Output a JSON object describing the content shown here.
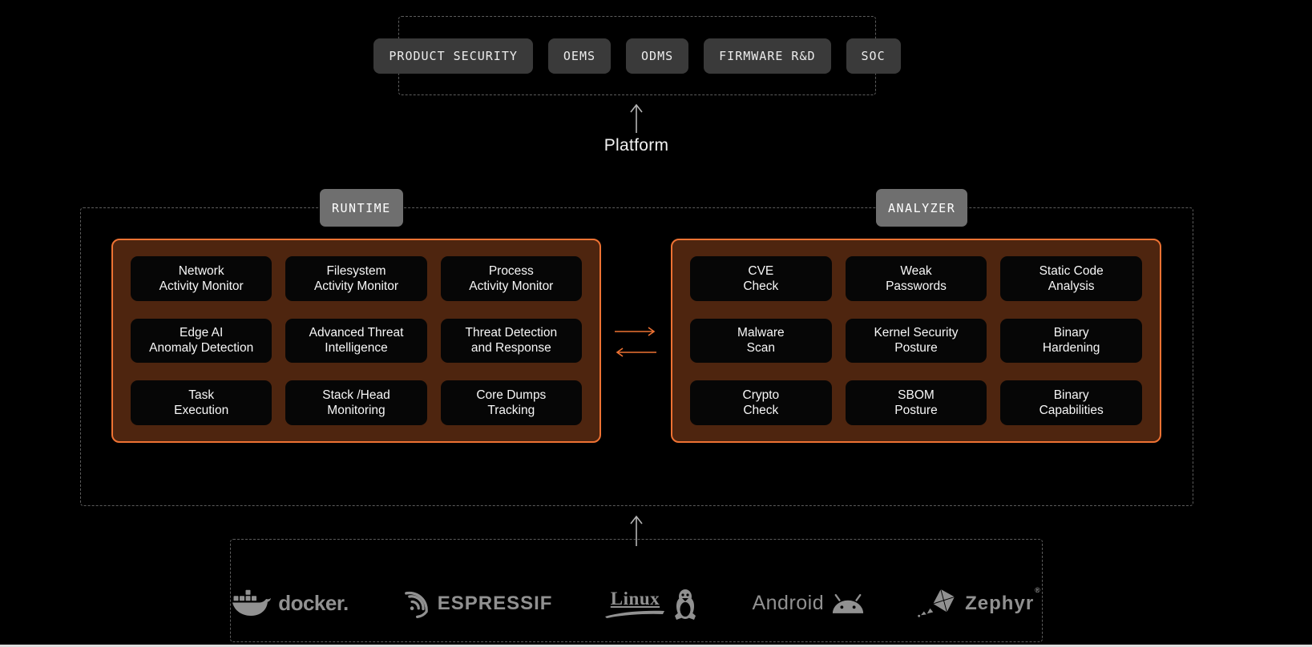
{
  "colors": {
    "background": "#000000",
    "dashed_border": "#5c5c5c",
    "tag_background": "#3a3a3a",
    "section_label_background": "#6f6f6f",
    "panel_fill": "#4e250f",
    "panel_border_orange": "#ee7233",
    "cell_background": "#060606",
    "text_white": "#f7f7f7",
    "logo_gray": "#919191",
    "arrow_gray": "#b5b5b5"
  },
  "stakeholders": {
    "tags": [
      "PRODUCT SECURITY",
      "OEMS",
      "ODMS",
      "FIRMWARE R&D",
      "SOC"
    ]
  },
  "platform": {
    "label": "Platform"
  },
  "runtime": {
    "label": "RUNTIME",
    "cells": [
      "Network\nActivity Monitor",
      "Filesystem\nActivity Monitor",
      "Process\nActivity Monitor",
      "Edge AI\nAnomaly Detection",
      "Advanced Threat\nIntelligence",
      "Threat Detection\nand Response",
      "Task\nExecution",
      "Stack /Head\nMonitoring",
      "Core Dumps\nTracking"
    ]
  },
  "analyzer": {
    "label": "ANALYZER",
    "cells": [
      "CVE\nCheck",
      "Weak\nPasswords",
      "Static Code\nAnalysis",
      "Malware\nScan",
      "Kernel Security\nPosture",
      "Binary\nHardening",
      "Crypto\nCheck",
      "SBOM\nPosture",
      "Binary\nCapabilities"
    ]
  },
  "supported_platforms": {
    "docker": {
      "text": "docker."
    },
    "espressif": {
      "text": "ESPRESSIF"
    },
    "linux": {
      "text": "Linux"
    },
    "android": {
      "text": "Android"
    },
    "zephyr": {
      "text": "Zephyr",
      "reg": "®"
    }
  }
}
